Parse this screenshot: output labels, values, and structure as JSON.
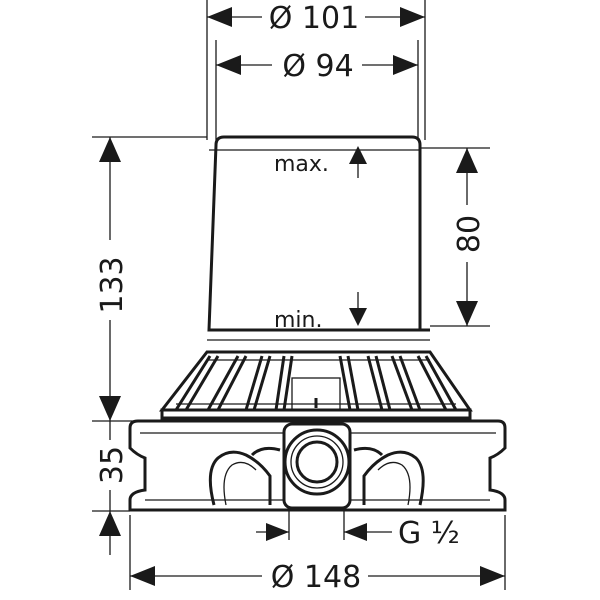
{
  "dimensions": {
    "outer_diameter": "Ø 101",
    "inner_diameter": "Ø 94",
    "height_total": "133",
    "height_range": "80",
    "base_height": "35",
    "base_diameter": "Ø 148",
    "thread": "G ½"
  },
  "labels": {
    "max": "max.",
    "min": "min."
  }
}
